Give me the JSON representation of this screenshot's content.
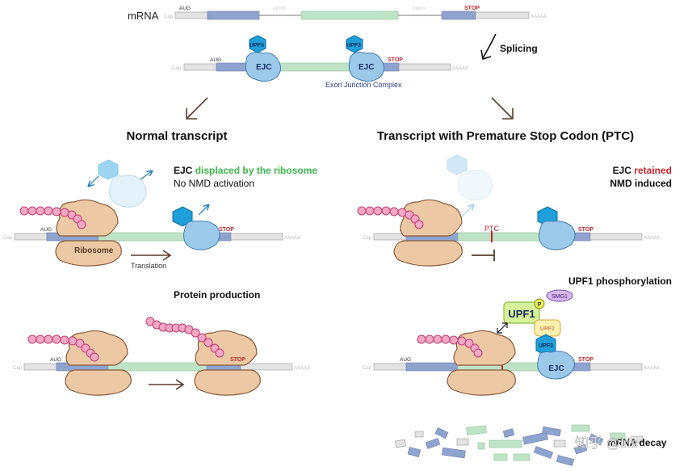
{
  "top": {
    "mrna_label": "mRNA",
    "cap": "Cap",
    "aug": "AUG",
    "intron": "Intron",
    "stop": "STOP",
    "polya": "AAAAA",
    "splicing": "Splicing",
    "upf3": "UPF3",
    "ejc": "EJC",
    "ejc_caption": "Exon Junction Complex"
  },
  "left": {
    "heading": "Normal transcript",
    "ejc_word": "EJC",
    "displaced": "displaced by the ribosome",
    "no_nmd": "No NMD activation",
    "ribosome": "Ribosome",
    "translation": "Translation",
    "protein": "Protein production"
  },
  "right": {
    "heading": "Transcript with Premature Stop Codon (PTC)",
    "ejc_word": "EJC",
    "retained": "retained",
    "nmd_induced": "NMD induced",
    "ptc": "PTC",
    "upf1_phos": "UPF1 phosphorylation",
    "upf1": "UPF1",
    "upf2": "UPF2",
    "smg1": "SMG1",
    "p": "P",
    "decay": "mRNA decay",
    "watermark": "知乎 @iris"
  },
  "colors": {
    "exon": "#8fa3cf",
    "middle": "#bfe3c6",
    "flank": "#e3e3e3",
    "ribosome": "#ecc9a4",
    "ejc": "#9cc8ea",
    "upf3": "#1f9fd9",
    "bead": "#f4a8c4",
    "green_text": "#3cb54a",
    "red_text": "#c1272d",
    "arrow": "#5a3a2a"
  }
}
